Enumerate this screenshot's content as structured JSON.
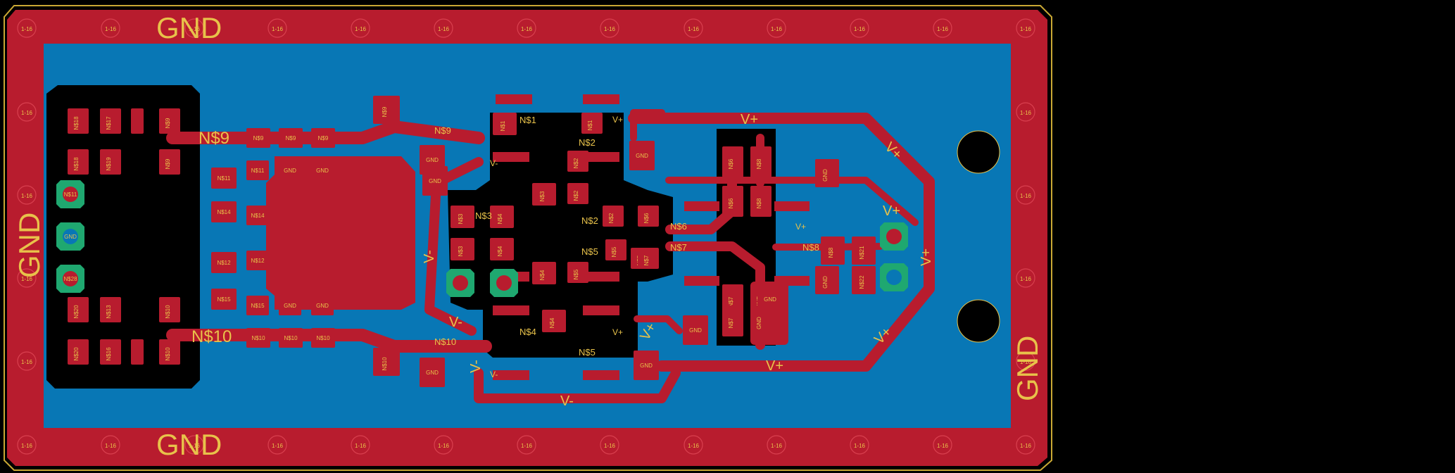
{
  "colors": {
    "background": "#000000",
    "copper_top": "#b81c2e",
    "copper_bottom": "#0877b5",
    "silkscreen": "#e8c24a",
    "via_ring": "#1fa870",
    "outline": "#c9a834"
  },
  "border": {
    "via_label": "1-16",
    "gnd_labels": [
      "GND",
      "GND",
      "GND",
      "GND"
    ]
  },
  "nets": {
    "n9": "N$9",
    "n10": "N$10",
    "vplus": "V+",
    "vminus": "V-",
    "n1": "N$1",
    "n2": "N$2",
    "n3": "N$3",
    "n4": "N$4",
    "n5": "N$5",
    "n6": "N$6",
    "n7": "N$7",
    "n8": "N$8",
    "gnd": "GND"
  },
  "pad_labels": {
    "left_block": [
      "N$18",
      "N$17",
      "N$9",
      "N$18",
      "N$19",
      "N$9",
      "N$20",
      "N$13",
      "N$10",
      "N$20",
      "N$16",
      "N$10"
    ],
    "vias_left": [
      "N$11",
      "GND",
      "N$28"
    ],
    "row_top": [
      "N$9",
      "N$9",
      "N$9"
    ],
    "row_bottom": [
      "N$10",
      "N$10",
      "N$10"
    ],
    "column_left": [
      "N$11",
      "N$14",
      "N$12",
      "N$15"
    ],
    "mid_grid": [
      "N$11",
      "GND",
      "GND",
      "N$14",
      "N$12",
      "N$15",
      "GND",
      "GND"
    ],
    "opamp_left": [
      "N$1",
      "N$3",
      "N$4",
      "N$3",
      "N$4",
      "N$3",
      "N$4",
      "N$4"
    ],
    "opamp_right": [
      "N$1",
      "N$2",
      "N$2",
      "N$5",
      "N$5",
      "N$2",
      "N$6",
      "N$5",
      "N$7"
    ],
    "right_block": [
      "N$6",
      "N$8",
      "N$6",
      "N$8",
      "N$7",
      "N$7",
      "GND",
      "GND"
    ],
    "far_right": [
      "GND",
      "N$8",
      "N$21",
      "GND",
      "N$22"
    ]
  }
}
